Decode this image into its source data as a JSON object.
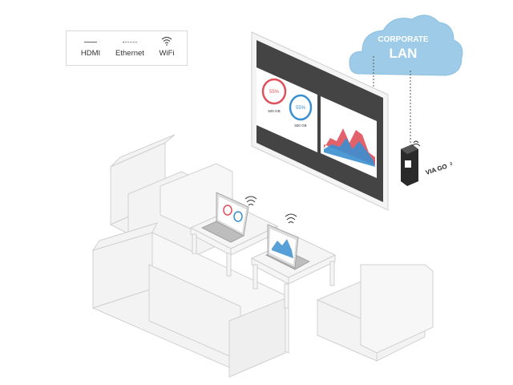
{
  "legend": {
    "items": [
      {
        "label": "HDMI",
        "icon": "hdmi-line-icon"
      },
      {
        "label": "Ethernet",
        "icon": "ethernet-dotted-line-icon"
      },
      {
        "label": "WiFi",
        "icon": "wifi-icon"
      }
    ]
  },
  "cloud": {
    "line1": "CORPORATE",
    "line2": "LAN",
    "color": "#9ecbe8"
  },
  "device": {
    "label": "VIA GO",
    "superscript": "2"
  },
  "display": {
    "gauge1": {
      "value": "55%",
      "sub": "500 GB",
      "color": "#e0505a"
    },
    "gauge2": {
      "value": "55%",
      "sub": "500 GB",
      "color": "#3a8fd0"
    }
  },
  "laptop1": {
    "gauge1_color": "#e0505a",
    "gauge2_color": "#3a8fd0"
  },
  "colors": {
    "accent_red": "#e0505a",
    "accent_blue": "#3a8fd0",
    "furniture": "#f1f1f1",
    "outline": "#cfcfcf"
  }
}
